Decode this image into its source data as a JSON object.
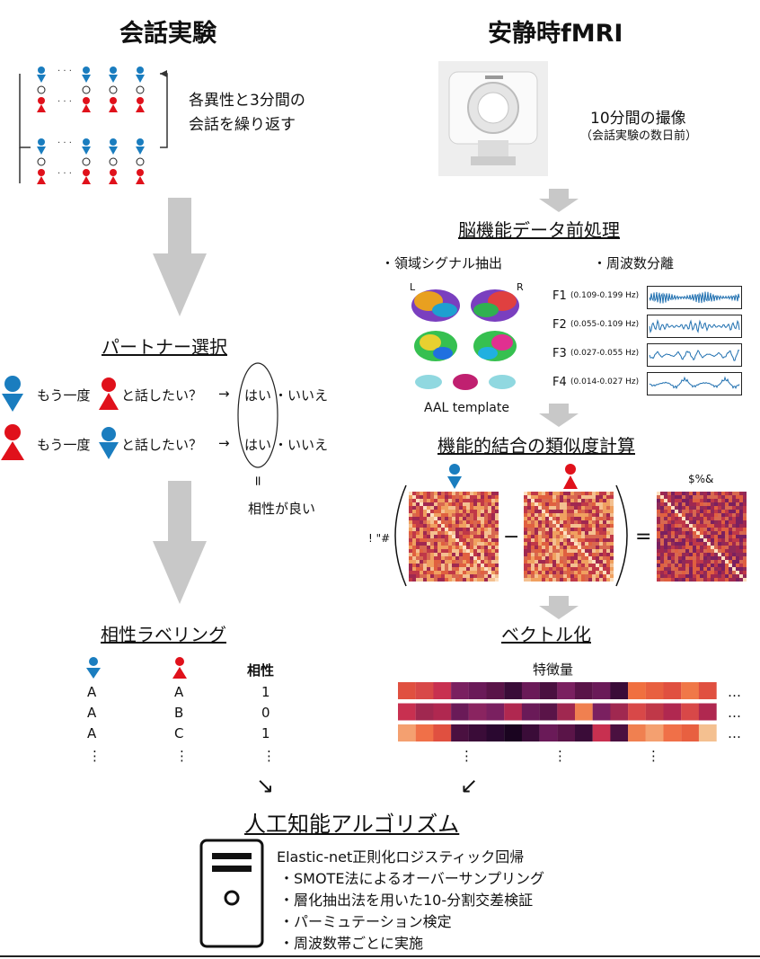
{
  "left": {
    "title": "会話実験",
    "repeat_text_1": "各異性と3分間の",
    "repeat_text_2": "会話を繰り返す",
    "partner_section": "パートナー選択",
    "q1_a": "もう一度",
    "q1_b": "と話したい？",
    "q2_a": "もう一度",
    "q2_b": "と話したい？",
    "arrow_symbol": "→",
    "yes": "はい",
    "no": "・いいえ",
    "equals": "=",
    "good_compat": "相性が良い",
    "labeling_section": "相性ラベリング",
    "table_header": "相性",
    "table_rows": [
      [
        "A",
        "A",
        "1"
      ],
      [
        "A",
        "B",
        "0"
      ],
      [
        "A",
        "C",
        "1"
      ]
    ],
    "ellipsis_v": "⋮"
  },
  "right": {
    "title": "安静時fMRI",
    "scan_text": "10分間の撮像",
    "scan_note": "（会話実験の数日前）",
    "preproc_section": "脳機能データ前処理",
    "roi_label": "・領域シグナル抽出",
    "freq_label": "・周波数分離",
    "brain_L": "L",
    "brain_R": "R",
    "aal_label": "AAL template",
    "bands": [
      {
        "name": "F1",
        "range": "(0.109-0.199 Hz)"
      },
      {
        "name": "F2",
        "range": "(0.055-0.109 Hz)"
      },
      {
        "name": "F3",
        "range": "(0.027-0.055 Hz)"
      },
      {
        "name": "F4",
        "range": "(0.014-0.027 Hz)"
      }
    ],
    "similarity_section": "機能的結合の類似度計算",
    "garbled_left": "! \"#",
    "garbled_top": "$%&",
    "minus": "−",
    "equals": "=",
    "vector_section": "ベクトル化",
    "features_label": "特徴量",
    "dots_h": "…"
  },
  "bottom": {
    "ai_section": "人工知能アルゴリズム",
    "arrow_left": "↘",
    "arrow_right": "↙",
    "method_title": "Elastic-net正則化ロジスティック回帰",
    "methods": [
      "・SMOTE法によるオーバーサンプリング",
      "・層化抽出法を用いた10-分割交差検証",
      "・パーミュテーション検定",
      "・周波数帯ごとに実施"
    ]
  },
  "colors": {
    "blue": "#1a7dbf",
    "red": "#e0111b",
    "gray_arrow": "#c8c8c8"
  }
}
